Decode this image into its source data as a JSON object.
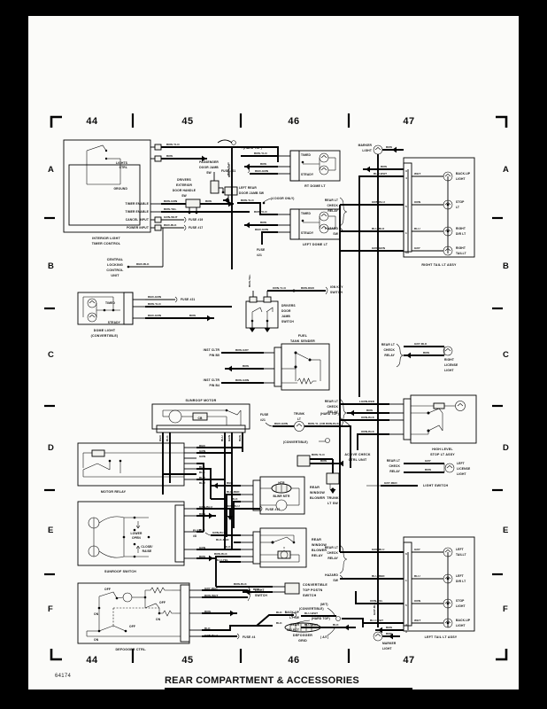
{
  "sheet": {
    "title": "REAR COMPARTMENT & ACCESSORIES",
    "drawing_code": "64174",
    "column_headers_top": [
      "44",
      "45",
      "46",
      "47"
    ],
    "column_headers_bottom": [
      "44",
      "45",
      "46",
      "47"
    ],
    "row_headers_left": [
      "A",
      "B",
      "C",
      "D",
      "E",
      "F"
    ],
    "row_headers_right": [
      "A",
      "B",
      "C",
      "D",
      "E",
      "F"
    ]
  },
  "components": {
    "interior_light_timer_control": {
      "name": "INTERIOR LIGHT\nTIMER CONTROL",
      "line1": "INTERIOR LIGHT",
      "line2": "TIMER CONTROL",
      "pins": [
        "LIGHTS\nCTRL",
        "GROUND",
        "TIMER ENABLE",
        "TIMER ENABLE",
        "CANCEL INPUT",
        "POWER INPUT"
      ],
      "pin_lights_ctrl_1": "LIGHTS",
      "pin_lights_ctrl_2": "CTRL",
      "pin_ground": "GROUND",
      "pin_timer_enable_1": "TIMER ENABLE",
      "pin_timer_enable_2": "TIMER ENABLE",
      "pin_cancel_input": "CANCEL INPUT",
      "pin_power_input": "POWER INPUT"
    },
    "central_locking_control_unit": {
      "l1": "CENTRAL",
      "l2": "LOCKING",
      "l3": "CONTROL",
      "l4": "UNIT"
    },
    "drivers_exterior_door_handle_sw": {
      "l1": "DRIVERS",
      "l2": "EXTERIOR",
      "l3": "DOOR HANDLE",
      "l4": "SW"
    },
    "passenger_door_jamb_sw": {
      "l1": "PASSENGER",
      "l2": "DOOR JAMB",
      "l3": "SW"
    },
    "left_rear_door_jamb_sw": {
      "l1": "LEFT REAR",
      "l2": "DOOR JAMB SW"
    },
    "drivers_door_jamb_switch": {
      "l1": "DRIVERS",
      "l2": "DOOR",
      "l3": "JAMB",
      "l4": "SWITCH"
    },
    "ign_key_switch": {
      "l1": "IGN KEY",
      "l2": "SWITCH"
    },
    "rt_dome_lt": {
      "name": "RT DOME LT",
      "timed": "TIMED",
      "steady": "STEADY"
    },
    "left_dome_lt": {
      "name": "LEFT DOME LT",
      "timed": "TIMED",
      "steady": "STEADY"
    },
    "dome_light_convertible": {
      "l1": "DOME LIGHT",
      "l2": "(CONVERTIBLE)",
      "timed": "TIMED",
      "steady": "STEADY"
    },
    "fuel_tank_sender": {
      "l1": "FUEL",
      "l2": "TANK SENDER"
    },
    "inst_cltr_pin_b5": {
      "l1": "INST CLTR",
      "l2": "PIN B5"
    },
    "inst_cltr_pin_b4": {
      "l1": "INST CLTR",
      "l2": "PIN B4"
    },
    "sunroof_motor": {
      "name": "SUNROOF MOTOR",
      "cb": "CB"
    },
    "motor_relay": {
      "name": "MOTOR RELAY"
    },
    "sunroof_switch": {
      "name": "SUNROOF SWITCH",
      "lower_open_1": "LOWER",
      "lower_open_2": "OPEN",
      "close_raise_1": "CLOSE/",
      "close_raise_2": "RAISE"
    },
    "defogger_ctrl": {
      "name": "DEFOGGER CTRL.",
      "off1": "OFF",
      "on1": "ON",
      "off2": "OFF",
      "on2": "ON",
      "off3": "OFF",
      "on3": "ON"
    },
    "light_switch": {
      "l1": "LIGHT",
      "l2": "SWITCH"
    },
    "defogger_grid": {
      "l1": "DEFOGGER",
      "l2": "GRID"
    },
    "trunk_lt": {
      "l1": "TRUNK",
      "l2": "LT"
    },
    "trunk_lt_sw": {
      "l1": "TRUNK",
      "l2": "LT SW"
    },
    "rear_window_blower": {
      "l1": "REAR",
      "l2": "WINDOW",
      "l3": "BLOWER",
      "htr": "HTR",
      "blwr_mtr": "BLWR MTR"
    },
    "rear_window_blower_relay": {
      "l1": "REAR",
      "l2": "WINDOW",
      "l3": "BLOWER",
      "l4": "RELAY"
    },
    "convertible_top_postn_switch": {
      "l1": "CONVERTIBLE",
      "l2": "TOP POSTN",
      "l3": "SWITCH"
    },
    "active_check_ctrl_unit": {
      "l1": "ACTIVE CHECK",
      "l2": "CTRL UNIT"
    },
    "high_level_stop_lt_assy": {
      "l1": "HIGH LEVEL",
      "l2": "STOP LT ASSY"
    },
    "right_license_light": {
      "l1": "RIGHT",
      "l2": "LICENSE",
      "l3": "LIGHT"
    },
    "left_license_light": {
      "l1": "LEFT",
      "l2": "LICENSE",
      "l3": "LIGHT"
    },
    "marker_light_top": {
      "l1": "MARKER",
      "l2": "LIGHT"
    },
    "marker_light_bottom": {
      "l1": "MARKER",
      "l2": "LIGHT"
    },
    "hazard_sw": {
      "l1": "HAZARD",
      "l2": "SW"
    },
    "back_up_lt_sw": {
      "l1": "BACK-UP",
      "l2": "LT SW"
    },
    "gear_select_sw": {
      "l1": "GEAR",
      "l2": "SELECT",
      "l3": "SW"
    },
    "right_tail_lt_assy": {
      "name": "RIGHT TAIL LT ASSY",
      "lamps": [
        "BACK-UP\nLIGHT",
        "STOP\nLT",
        "RIGHT\nDIR LT",
        "RIGHT\nTAILLT"
      ],
      "lamp1_1": "BACK-UP",
      "lamp1_2": "LIGHT",
      "lamp2_1": "STOP",
      "lamp2_2": "LT",
      "lamp3_1": "RIGHT",
      "lamp3_2": "DIR LT",
      "lamp4_1": "RIGHT",
      "lamp4_2": "TAILLT",
      "pin_numbers": [
        "3",
        "4",
        "5",
        "1",
        "6"
      ]
    },
    "left_tail_lt_assy": {
      "name": "LEFT TAIL LT ASSY",
      "lamp1_1": "LEFT",
      "lamp1_2": "TAILLT",
      "lamp2_1": "LEFT",
      "lamp2_2": "DIR LT",
      "lamp3_1": "STOP",
      "lamp3_2": "LIGHT",
      "lamp4_1": "BACK-UP",
      "lamp4_2": "LIGHT",
      "pin_numbers": [
        "6",
        "1",
        "5",
        "4",
        "3"
      ]
    },
    "rear_lt_check_relay_a": {
      "l1": "REAR LT",
      "l2": "CHECK",
      "l3": "RELAY"
    },
    "rear_lt_check_relay_b": {
      "l1": "REAR LT",
      "l2": "CHECK",
      "l3": "RELAY"
    },
    "rear_lt_check_relay_c": {
      "l1": "REAR LT",
      "l2": "CHECK",
      "l3": "RELAY"
    },
    "rear_lt_check_relay_d": {
      "l1": "REAR LT",
      "l2": "CHECK",
      "l3": "RELAY"
    },
    "light_switch_right": {
      "text": "LIGHT SWITCH"
    }
  },
  "annotations": {
    "hard_top_1": "(HARD TOP)",
    "hard_top_2": "(HARD TOP)",
    "hard_top_3": "(HARD TOP)",
    "four_door_only": "(4 DOOR ONLY)",
    "convertible_1": "(CONVERTIBLE)",
    "convertible_2": "(CONVERTIBLE)",
    "mt": "(M/T)",
    "at": "( A/T)"
  },
  "fuses": {
    "f19": "FUSE #19",
    "f17a": "FUSE #17",
    "f17b": "FUSE #17",
    "f21a": "FUSE #21",
    "f21b": "FUSE #21",
    "f21c": "FUSE #21",
    "f21d_1": "FUSE",
    "f21d_2": "#21",
    "f21e_1": "FUSE",
    "f21e_2": "#21",
    "f8_1": "FUSE",
    "f8_2": "#8",
    "f4": "FUSE #4"
  },
  "wires": {
    "brn_ylo": "BRN-YLO",
    "brn": "BRN",
    "brn_grn": "BRN-GRN",
    "brn_yel": "BRN-YEL",
    "grn_wht": "GRN-WHT",
    "red_blk": "RED-BLK",
    "red_grn": "RED-GRN",
    "orn_ylo": "ORN-YLO",
    "brn_red": "BRN-RED",
    "brn_gry": "BRN-GRY",
    "red": "RED",
    "grn": "GRN",
    "blk": "BLK",
    "blu": "BLU",
    "grn_blu": "GRN-BLU",
    "blk_red": "BLK-RED",
    "brn_blu": "BRN-BLU",
    "blu_yel": "BLU-YEL",
    "brn_blk": "BRN-BLK",
    "gry_red": "GRY-RED",
    "brn_wht": "BRN-WHT",
    "gry_blk": "GRY-BLK",
    "orn_blu": "ORN-BLU",
    "blu_blk": "BLU-BLK",
    "gry_grn": "GRY-GRN",
    "gry": "GRY",
    "orn": "ORN",
    "wht": "WHT",
    "blu_wht": "BLU-WHT",
    "gry_blu": "GRY-BLU",
    "blu_red": "BLU-RED",
    "orn_yel": "ORN-YEL",
    "orn_blk": "ORN-BLK",
    "lgrn_red": "LGRN-RED",
    "brn_yl_or_brn_blk": "BRN-YL  (OR BRN-BLK)",
    "gry_red2": "GRY-RED"
  }
}
